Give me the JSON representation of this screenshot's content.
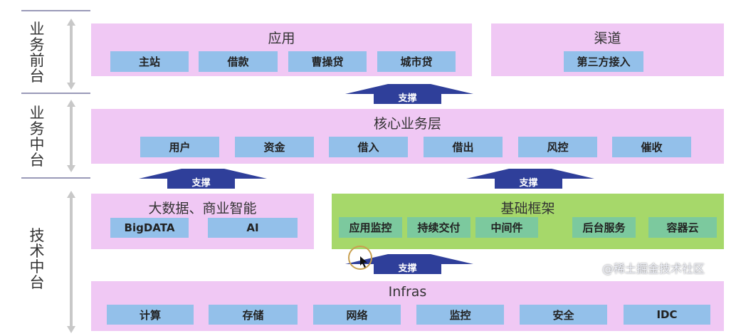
{
  "layers": {
    "front": "业务前台",
    "middle": "业务中台",
    "tech": "技术中台"
  },
  "support_label": "支撑",
  "app": {
    "title": "应用",
    "items": [
      "主站",
      "借款",
      "曹操贷",
      "城市贷"
    ]
  },
  "channel": {
    "title": "渠道",
    "items": [
      "第三方接入"
    ]
  },
  "core": {
    "title": "核心业务层",
    "items": [
      "用户",
      "资金",
      "借入",
      "借出",
      "风控",
      "催收"
    ]
  },
  "bigdata": {
    "title": "大数据、商业智能",
    "items": [
      "BigDATA",
      "AI"
    ]
  },
  "framework": {
    "title": "基础框架",
    "items": [
      "应用监控",
      "持续交付",
      "中间件",
      "后台服务",
      "容器云"
    ]
  },
  "infras": {
    "title": "Infras",
    "items": [
      "计算",
      "存储",
      "网络",
      "监控",
      "安全",
      "IDC"
    ]
  },
  "watermark": "@稀土掘金技术社区",
  "colors": {
    "panel": "#f0c8f4",
    "box": "#93c0ea",
    "framework": "#a6d86a",
    "framework_box": "#7cc99e",
    "arrow": "#2f3f9a"
  }
}
